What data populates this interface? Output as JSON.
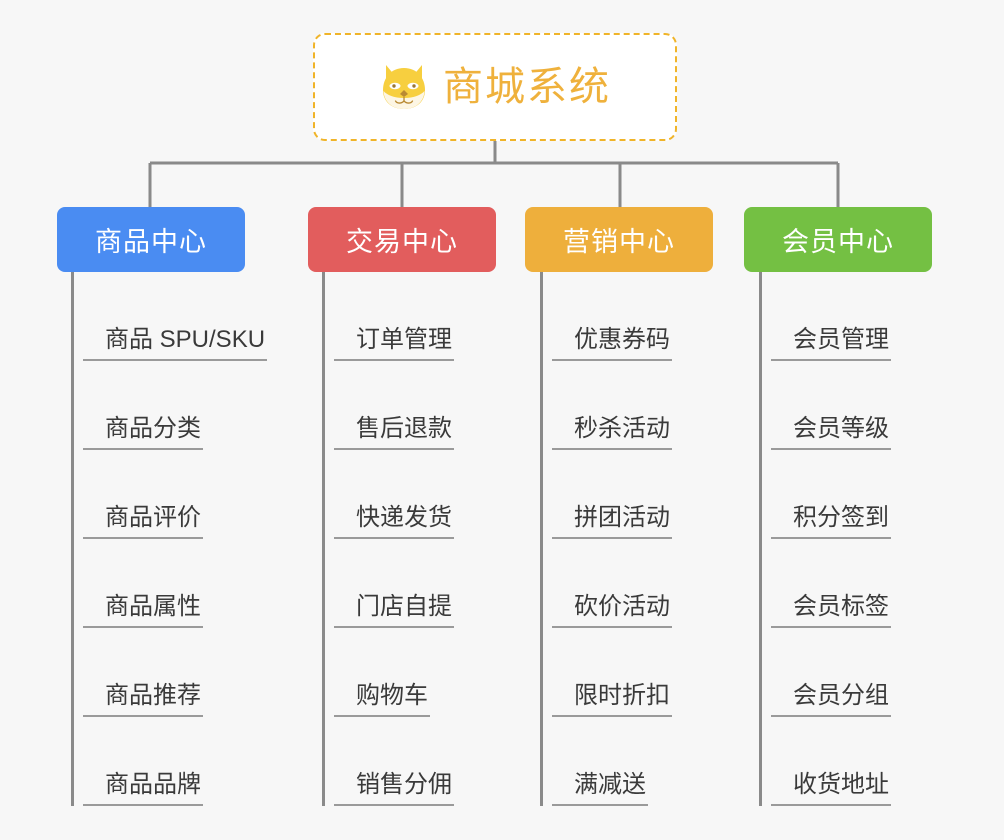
{
  "background_color": "#f7f7f7",
  "root": {
    "icon": "shiba-dog-icon",
    "title": "商城系统",
    "title_color": "#efb13c",
    "border_color": "#f0b429",
    "background": "#ffffff"
  },
  "connector_color": "#8a8a8a",
  "branches": [
    {
      "label": "商品中心",
      "color": "#4a8cf2",
      "leaves": [
        "商品 SPU/SKU",
        "商品分类",
        "商品评价",
        "商品属性",
        "商品推荐",
        "商品品牌"
      ]
    },
    {
      "label": "交易中心",
      "color": "#e25d5d",
      "leaves": [
        "订单管理",
        "售后退款",
        "快递发货",
        "门店自提",
        "购物车",
        "销售分佣"
      ]
    },
    {
      "label": "营销中心",
      "color": "#eeaf3c",
      "leaves": [
        "优惠券码",
        "秒杀活动",
        "拼团活动",
        "砍价活动",
        "限时折扣",
        "满减送"
      ]
    },
    {
      "label": "会员中心",
      "color": "#74c043",
      "leaves": [
        "会员管理",
        "会员等级",
        "积分签到",
        "会员标签",
        "会员分组",
        "收货地址"
      ]
    }
  ]
}
